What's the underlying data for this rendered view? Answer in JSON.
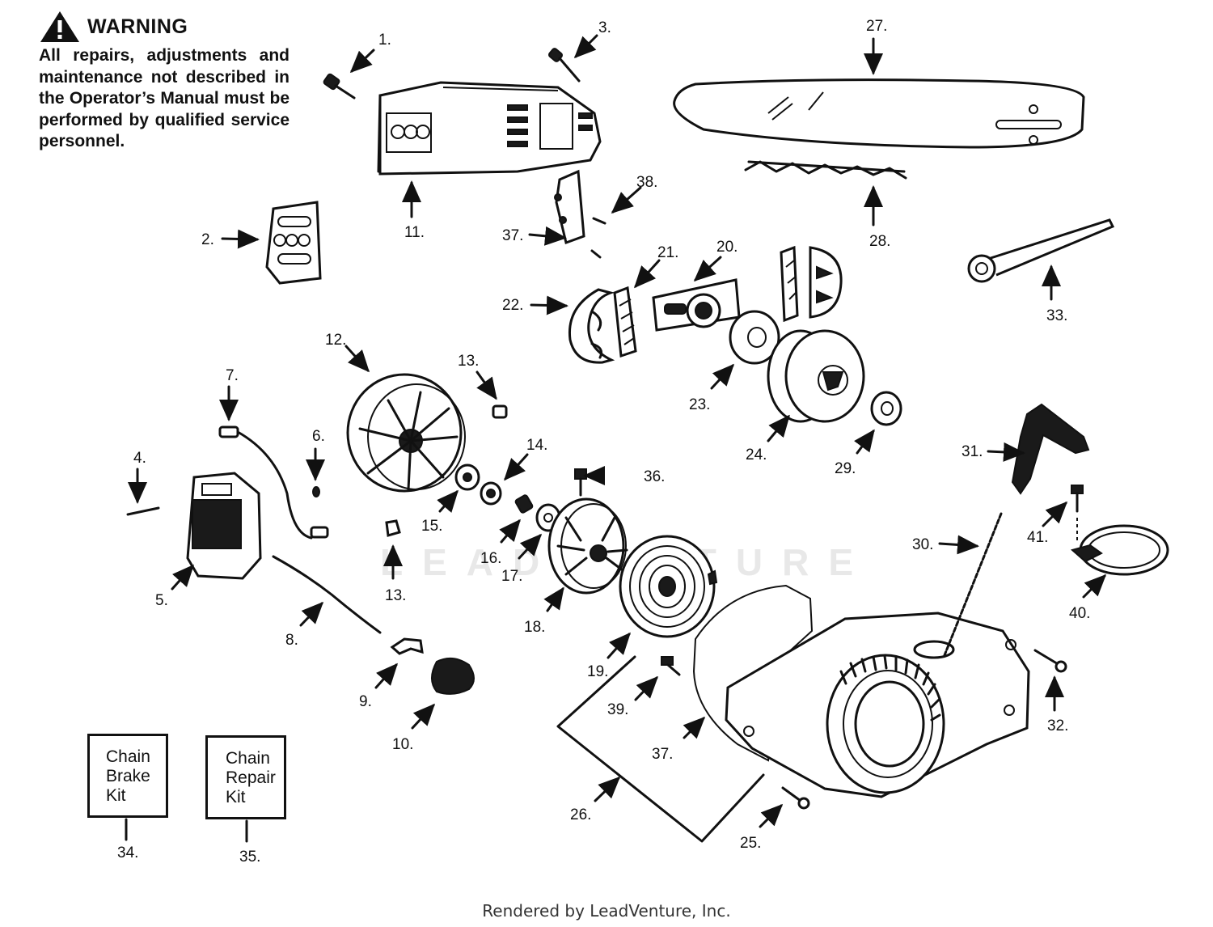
{
  "warning": {
    "title": "WARNING",
    "body": "All repairs, adjustments and maintenance not described in the Operator’s Manual must be performed by qualified service personnel."
  },
  "kits": [
    {
      "line1": "Chain",
      "line2": "Brake",
      "line3": "Kit",
      "number": "34."
    },
    {
      "line1": "Chain",
      "line2": "Repair",
      "line3": "Kit",
      "number": "35."
    }
  ],
  "callouts": {
    "c1": "1.",
    "c2": "2.",
    "c3": "3.",
    "c4": "4.",
    "c5": "5.",
    "c6": "6.",
    "c7": "7.",
    "c8": "8.",
    "c9": "9.",
    "c10": "10.",
    "c11": "11.",
    "c12": "12.",
    "c13a": "13.",
    "c13b": "13.",
    "c14": "14.",
    "c15": "15.",
    "c16": "16.",
    "c17": "17.",
    "c18": "18.",
    "c19": "19.",
    "c20": "20.",
    "c21": "21.",
    "c22": "22.",
    "c23": "23.",
    "c24": "24.",
    "c25": "25.",
    "c26": "26.",
    "c27": "27.",
    "c28": "28.",
    "c29": "29.",
    "c30": "30.",
    "c31": "31.",
    "c32": "32.",
    "c33": "33.",
    "c36": "36.",
    "c37a": "37.",
    "c37b": "37.",
    "c38": "38.",
    "c39": "39.",
    "c40": "40.",
    "c41": "41."
  },
  "watermark": "LEADVENTURE",
  "footer": "Rendered by LeadVenture, Inc."
}
